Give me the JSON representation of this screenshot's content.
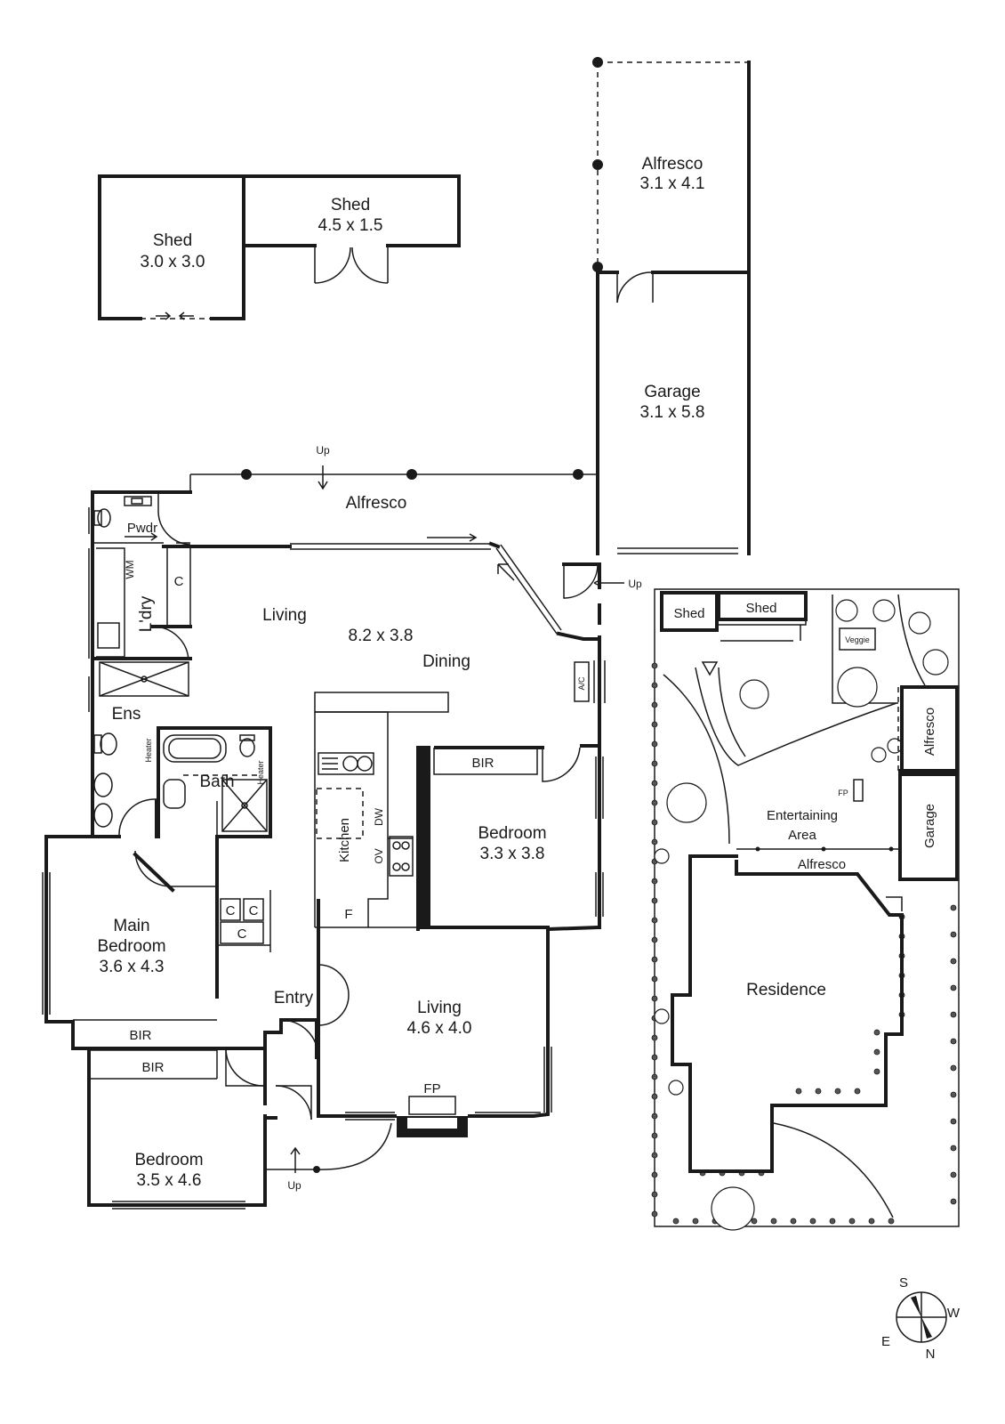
{
  "rooms": {
    "shed_large": {
      "name": "Shed",
      "size": "3.0 x 3.0"
    },
    "shed_small": {
      "name": "Shed",
      "size": "4.5 x 1.5"
    },
    "alfresco_top": {
      "name": "Alfresco",
      "size": "3.1 x 4.1"
    },
    "garage": {
      "name": "Garage",
      "size": "3.1 x 5.8"
    },
    "alfresco_rear": {
      "name": "Alfresco"
    },
    "living_dining": {
      "name": "Living",
      "size": "8.2 x 3.8",
      "dining": "Dining"
    },
    "bedroom_east": {
      "name": "Bedroom",
      "size": "3.3 x 3.8"
    },
    "main_bedroom": {
      "line1": "Main",
      "line2": "Bedroom",
      "size": "3.6 x 4.3"
    },
    "living_front": {
      "name": "Living",
      "size": "4.6 x 4.0"
    },
    "bedroom_front": {
      "name": "Bedroom",
      "size": "3.5 x 4.6"
    },
    "entry": {
      "name": "Entry"
    },
    "kitchen": {
      "name": "Kitchen"
    },
    "ensuite": {
      "name": "Ens"
    },
    "bath": {
      "name": "Bath"
    },
    "laundry": {
      "name": "L'dry"
    },
    "powder": {
      "name": "Pwdr"
    }
  },
  "fixtures": {
    "up": "Up",
    "wm": "WM",
    "cupboard": "C",
    "heater": "Heater",
    "bir": "BIR",
    "dw": "DW",
    "ov": "OV",
    "fridge": "F",
    "ac": "A/C",
    "fp": "FP"
  },
  "site": {
    "shed_a": "Shed",
    "shed_b": "Shed",
    "veggie": "Veggie",
    "alfresco_side": "Alfresco",
    "garage": "Garage",
    "entertaining_line1": "Entertaining",
    "entertaining_line2": "Area",
    "alfresco": "Alfresco",
    "fp": "FP",
    "residence": "Residence"
  },
  "compass": {
    "s": "S",
    "w": "W",
    "e": "E",
    "n": "N"
  }
}
